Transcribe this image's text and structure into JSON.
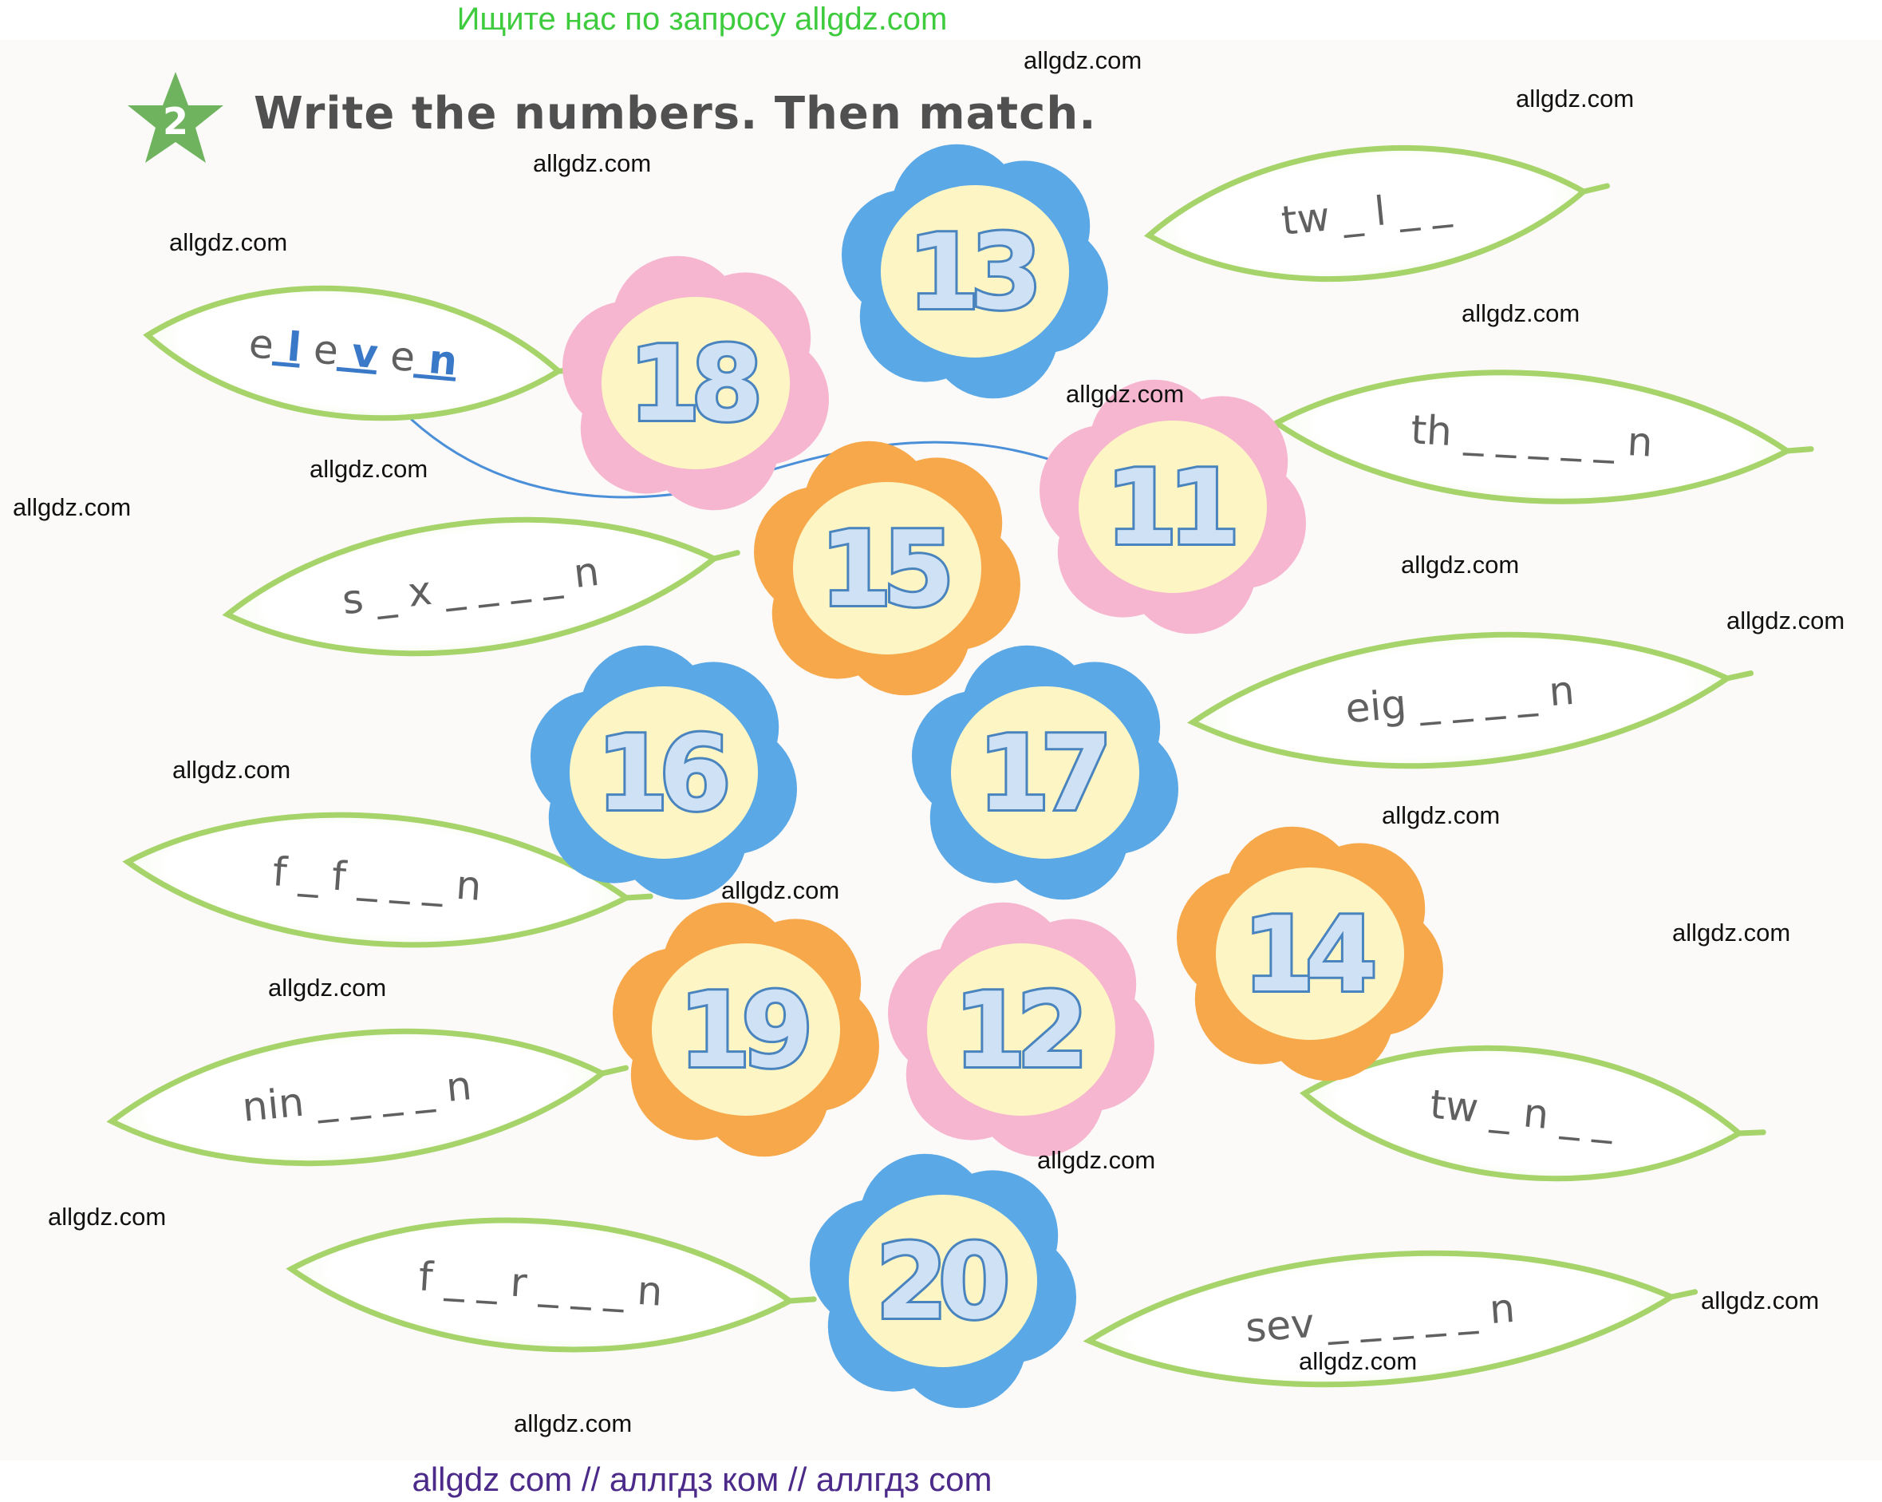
{
  "banners": {
    "top": "Ищите нас по запросу allgdz.com",
    "bottom": "allgdz com  //  аллгдз ком  //  аллгдз com"
  },
  "exercise": {
    "number": "2",
    "title": "Write the numbers. Then match."
  },
  "watermark": "allgdz.com",
  "leaves": [
    {
      "id": "eleven",
      "text": "e l e v e n",
      "answers": [
        "l",
        "v",
        "n"
      ]
    },
    {
      "id": "tw-l",
      "text": "tw _ l _ _"
    },
    {
      "id": "th-n",
      "text": "th _ _ _ _ _ n"
    },
    {
      "id": "s-x-n",
      "text": "s _ x _ _ _ _ n"
    },
    {
      "id": "eig-n",
      "text": "eig _ _ _ _ n"
    },
    {
      "id": "f-f-n",
      "text": "f _ f _ _ _ n"
    },
    {
      "id": "nin-n",
      "text": "nin _ _ _ _ n"
    },
    {
      "id": "tw-n",
      "text": "tw _ n _ _"
    },
    {
      "id": "f-r-n",
      "text": "f _ _ r _ _ _ n"
    },
    {
      "id": "sev-n",
      "text": "sev _ _ _ _ _ n"
    }
  ],
  "flowers": [
    {
      "number": "13",
      "color": "blue"
    },
    {
      "number": "18",
      "color": "pink"
    },
    {
      "number": "11",
      "color": "pink"
    },
    {
      "number": "15",
      "color": "orange"
    },
    {
      "number": "16",
      "color": "blue"
    },
    {
      "number": "17",
      "color": "blue"
    },
    {
      "number": "14",
      "color": "orange"
    },
    {
      "number": "19",
      "color": "orange"
    },
    {
      "number": "12",
      "color": "pink"
    },
    {
      "number": "20",
      "color": "blue"
    }
  ],
  "colors": {
    "blue": "#5aa8e6",
    "pink": "#f7b6cf",
    "orange": "#f7a84b",
    "center": "#fdf6c4",
    "leaf_stroke": "#a6d46a",
    "arrow": "#4a8fd8"
  }
}
